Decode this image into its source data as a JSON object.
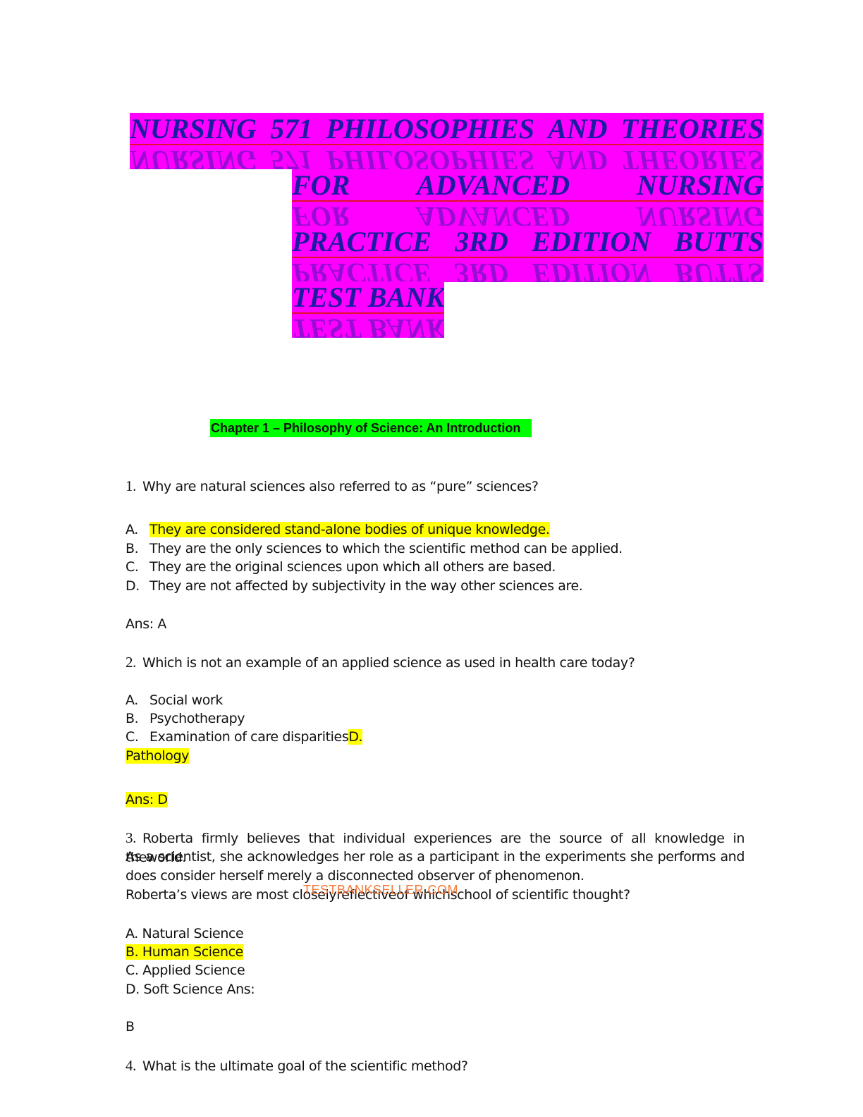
{
  "title": {
    "line1": [
      "NURSING",
      "571",
      "PHILOSOPHIES",
      "AND",
      "THEORIES"
    ],
    "line2": [
      "FOR",
      "ADVANCED",
      "NURSING"
    ],
    "line3": [
      "PRACTICE",
      "3RD",
      "EDITION",
      "BUTTS"
    ],
    "line4": [
      "TEST BANK"
    ]
  },
  "chapter_heading": "Chapter 1 – Philosophy of Science: An Introduction",
  "q1": {
    "number": "1.",
    "question": "Why are natural sciences also referred to as “pure” sciences?",
    "options": [
      {
        "label": "A.",
        "text": "They are considered stand-alone bodies of unique knowledge."
      },
      {
        "label": "B.",
        "text": "They are the only sciences to which the scientific method can be applied."
      },
      {
        "label": "C.",
        "text": "They are the original sciences upon which all others are based."
      },
      {
        "label": "D.",
        "text": "They are not affected by subjectivity in the way other sciences are."
      }
    ],
    "answer": "Ans:  A"
  },
  "q2": {
    "number": "2.",
    "question": "Which is not an example of an applied science as used in health care today?",
    "options": [
      {
        "label": "A.",
        "text": "Social work"
      },
      {
        "label": "B.",
        "text": "Psychotherapy"
      },
      {
        "label": "C.",
        "text": "Examination of care disparities"
      }
    ],
    "option_d_label": "D.",
    "option_d_text": "Pathology",
    "answer": "Ans:  D"
  },
  "q3": {
    "number": "3.",
    "lines": [
      "Roberta firmly believes that individual experiences are the source of all knowledge in theworld.",
      "As a scientist, she acknowledges her role as a participant in the experiments she performs and",
      "does consider herself merely a disconnected observer of phenomenon.",
      "Roberta’s views are most closelyreflectiveof whichschool of scientific thought?"
    ],
    "options": {
      "a": "A.   Natural   Science",
      "b": "B. Human Science",
      "c": "C. Applied Science",
      "d": "D.  Soft  Science Ans:"
    },
    "answer": "B"
  },
  "watermark": "TESTBANKSELLER.COM",
  "q4": {
    "number": "4.",
    "question": "What is the ultimate goal of the scientific method?"
  }
}
